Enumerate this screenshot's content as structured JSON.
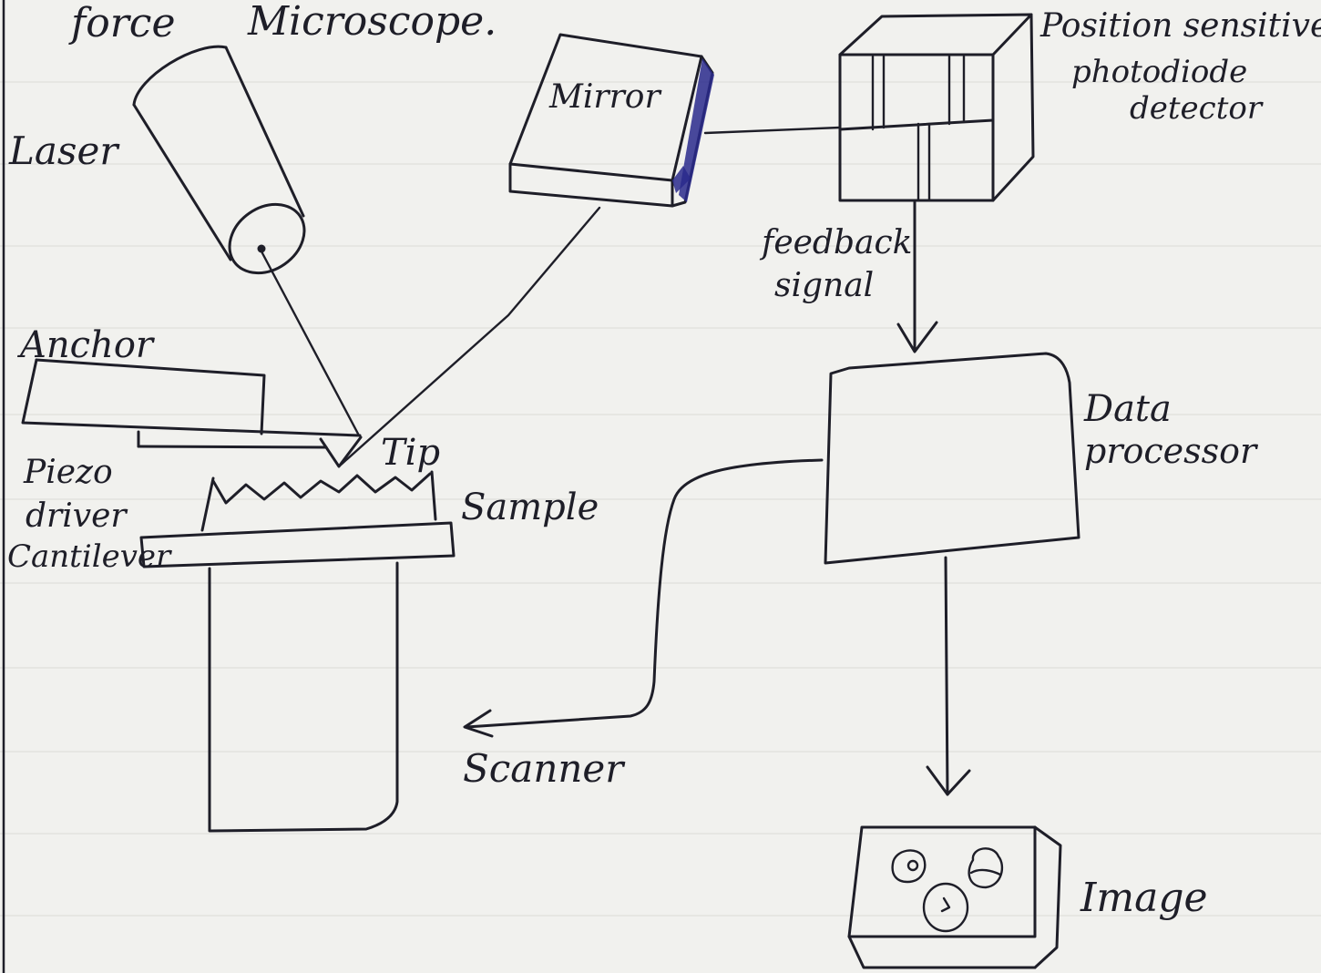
{
  "title": {
    "line1_left": "force",
    "line1_right": "Microscope."
  },
  "labels": {
    "laser": "Laser",
    "mirror": "Mirror",
    "detector_line1": "Position sensitive",
    "detector_line2": "photodiode",
    "detector_line3": "detector",
    "feedback_line1": "feedback",
    "feedback_line2": "signal",
    "anchor": "Anchor",
    "tip": "Tip",
    "piezo_line1": "Piezo",
    "piezo_line2": "driver",
    "piezo_line3": "Cantilever",
    "sample": "Sample",
    "data_processor_line1": "Data",
    "data_processor_line2": "processor",
    "scanner": "Scanner",
    "image": "Image"
  },
  "colors": {
    "paper": "#f1f1ee",
    "ink": "#1e1e28",
    "mirror_accent": "#2a2a8c",
    "rule_lines": "#e2e2de"
  }
}
